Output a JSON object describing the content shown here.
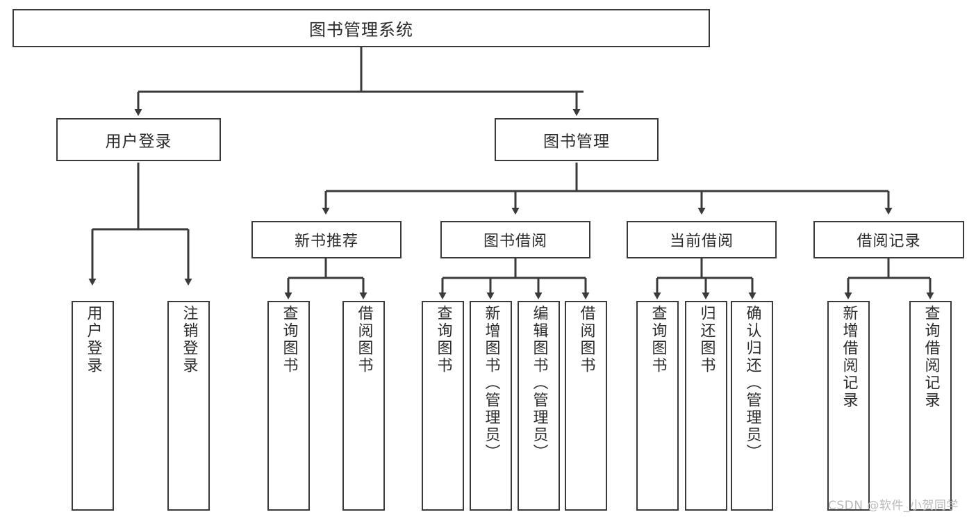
{
  "diagram": {
    "title": "图书管理系统",
    "watermark": "CSDN @软件_小贺同学",
    "colors": {
      "box_border": "#3a3a3a",
      "box_fill": "#ffffff",
      "connector": "#3a3a3a",
      "text": "#2b2b2b",
      "watermark": "#b9b9b9",
      "background": "#ffffff"
    },
    "root": {
      "label": "图书管理系统"
    },
    "level2": [
      {
        "label": "用户登录"
      },
      {
        "label": "图书管理"
      }
    ],
    "level3": [
      {
        "label": "新书推荐"
      },
      {
        "label": "图书借阅"
      },
      {
        "label": "当前借阅"
      },
      {
        "label": "借阅记录"
      }
    ],
    "leaves": {
      "user_login": [
        {
          "label": "用户登录"
        },
        {
          "label": "注销登录"
        }
      ],
      "new_book": [
        {
          "label": "查询图书"
        },
        {
          "label": "借阅图书"
        }
      ],
      "book_borrow": [
        {
          "label": "查询图书"
        },
        {
          "label": "新增图书（管理员）"
        },
        {
          "label": "编辑图书（管理员）"
        },
        {
          "label": "借阅图书"
        }
      ],
      "current_borrow": [
        {
          "label": "查询图书"
        },
        {
          "label": "归还图书"
        },
        {
          "label": "确认归还（管理员）"
        }
      ],
      "borrow_record": [
        {
          "label": "新增借阅记录"
        },
        {
          "label": "查询借阅记录"
        }
      ]
    }
  }
}
